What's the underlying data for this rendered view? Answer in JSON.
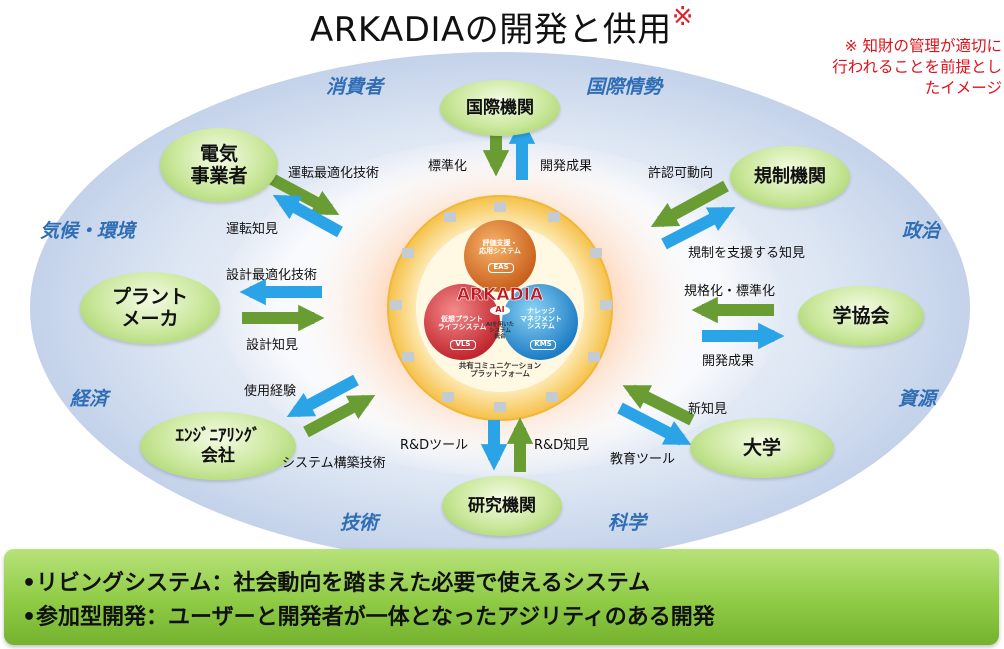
{
  "title": {
    "text": "ARKADIAの開発と供用",
    "mark": "※"
  },
  "note": "※ 知財の管理が適切に行われることを前提としたイメージ",
  "domains": {
    "consumer": "消費者",
    "international": "国際情勢",
    "climate": "気候・環境",
    "politics": "政治",
    "economy": "経済",
    "resources": "資源",
    "technology": "技術",
    "science": "科学"
  },
  "nodes": {
    "intl": "国際機関",
    "electric": "電気\n事業者",
    "regulator": "規制機関",
    "plant": "プラント\nメーカ",
    "society": "学協会",
    "engineering": "ｴﾝｼﾞﾆｱﾘﾝｸﾞ\n会社",
    "university": "大学",
    "research": "研究機関"
  },
  "labels": {
    "standardization": "標準化",
    "dev_results_top": "開発成果",
    "op_opt_tech": "運転最適化技術",
    "op_knowledge": "運転知見",
    "license_trend": "許認可動向",
    "reg_support_knowledge": "規制を支援する知見",
    "design_opt_tech": "設計最適化技術",
    "design_knowledge": "設計知見",
    "norm_standard": "規格化・標準化",
    "dev_results_right": "開発成果",
    "usage_experience": "使用経験",
    "system_build_tech": "システム構築技術",
    "new_knowledge": "新知見",
    "edu_tool": "教育ツール",
    "rd_tool": "R&Dツール",
    "rd_knowledge": "R&D知見"
  },
  "core": {
    "name": "ARKADIA",
    "ai": "AI",
    "eas": "評価支援・\n応用システム",
    "eas_code": "EAS",
    "vls": "仮想プラント\nライフシステム",
    "vls_code": "VLS",
    "kms": "ナレッジ\nマネジメント\nシステム",
    "kms_code": "KMS",
    "ai_text": "AIを用いた\nシステム\n統合",
    "platform": "共有コミュニケーション\nプラットフォーム"
  },
  "bottom": {
    "line1": "•リビングシステム：社会動向を踏まえた必要で使えるシステム",
    "line2": "•参加型開発：ユーザーと開発者が一体となったアジリティのある開発"
  },
  "colors": {
    "green_arrow": "#6a9c34",
    "blue_arrow": "#2aa4e6",
    "accent_red": "#e0101a",
    "domain_blue": "#2f6db5"
  }
}
